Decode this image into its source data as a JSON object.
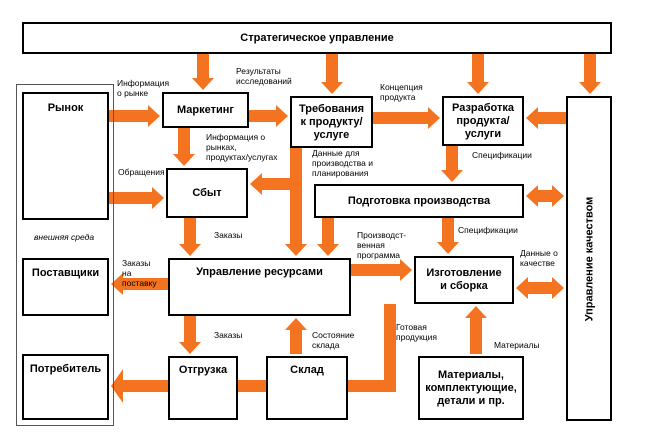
{
  "colors": {
    "arrow": "#f47321",
    "border": "#000000",
    "background": "#ffffff"
  },
  "boxes": {
    "strategic": "Стратегическое управление",
    "market": "Рынок",
    "marketing": "Маркетинг",
    "requirements": "Требования\nк продукту/\nуслуге",
    "development": "Разработка\nпродукта/\nуслуги",
    "sales": "Сбыт",
    "preparation": "Подготовка производства",
    "suppliers": "Поставщики",
    "resources": "Управление ресурсами",
    "manufacturing": "Изготовление\nи сборка",
    "consumer": "Потребитель",
    "shipment": "Отгрузка",
    "warehouse": "Склад",
    "materials": "Материалы,\nкомплектующие,\nдетали и пр.",
    "quality": "Управление качеством"
  },
  "labels": {
    "market_info": "Информация\nо рынке",
    "research_results": "Результаты\nисследований",
    "product_concept": "Концепция\nпродукта",
    "info_markets": "Информация о\nрынках,\nпродуктах/услугах",
    "appeals": "Обращения",
    "production_data": "Данные для\nпроизводства и\nпланирования",
    "specs_1": "Спецификации",
    "specs_2": "Спецификации",
    "external_env": "внешняя среда",
    "orders_1": "Заказы",
    "supply_orders": "Заказы\nна\nпоставку",
    "production_program": "Производст-\nвенная\nпрограмма",
    "quality_data": "Данные о\nкачестве",
    "orders_2": "Заказы",
    "warehouse_state": "Состояние\nсклада",
    "finished_products": "Готовая\nпродукция",
    "materials_label": "Материалы"
  }
}
